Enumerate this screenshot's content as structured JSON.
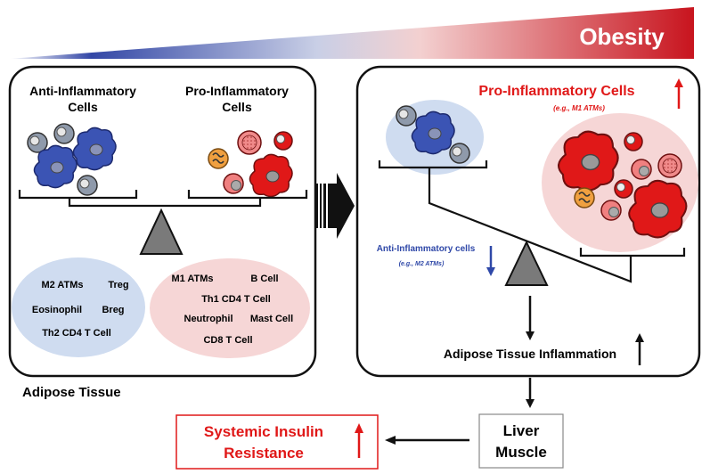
{
  "banner": {
    "label": "Obesity",
    "color_start": "#2b3f9e",
    "color_end": "#c8141e"
  },
  "left_panel": {
    "anti_title_1": "Anti-Inflammatory",
    "anti_title_2": "Cells",
    "pro_title_1": "Pro-Inflammatory",
    "pro_title_2": "Cells",
    "anti_cells": [
      "M2 ATMs",
      "Treg",
      "Eosinophil",
      "Breg",
      "Th2 CD4 T Cell"
    ],
    "pro_cells": [
      "M1 ATMs",
      "B Cell",
      "Th1 CD4 T Cell",
      "Neutrophil",
      "Mast Cell",
      "CD8 T Cell"
    ],
    "caption": "Adipose Tissue"
  },
  "right_panel": {
    "pro_title": "Pro-Inflammatory Cells",
    "pro_example": "(e.g., M1 ATMs)",
    "anti_title": "Anti-Inflammatory cells",
    "anti_example": "(e.g., M2 ATMs)",
    "inflammation": "Adipose Tissue Inflammation"
  },
  "outcomes": {
    "liver_muscle_1": "Liver",
    "liver_muscle_2": "Muscle",
    "systemic_1": "Systemic Insulin",
    "systemic_2": "Resistance"
  },
  "colors": {
    "anti_blue": "#3b54b4",
    "pro_red": "#e01818",
    "anti_bg": "#cfdcf0",
    "pro_bg": "#f6d6d6",
    "text_blue": "#2f48a8"
  },
  "icons": [
    "up-arrow-icon",
    "down-arrow-icon",
    "right-arrow-icon",
    "left-arrow-icon"
  ]
}
